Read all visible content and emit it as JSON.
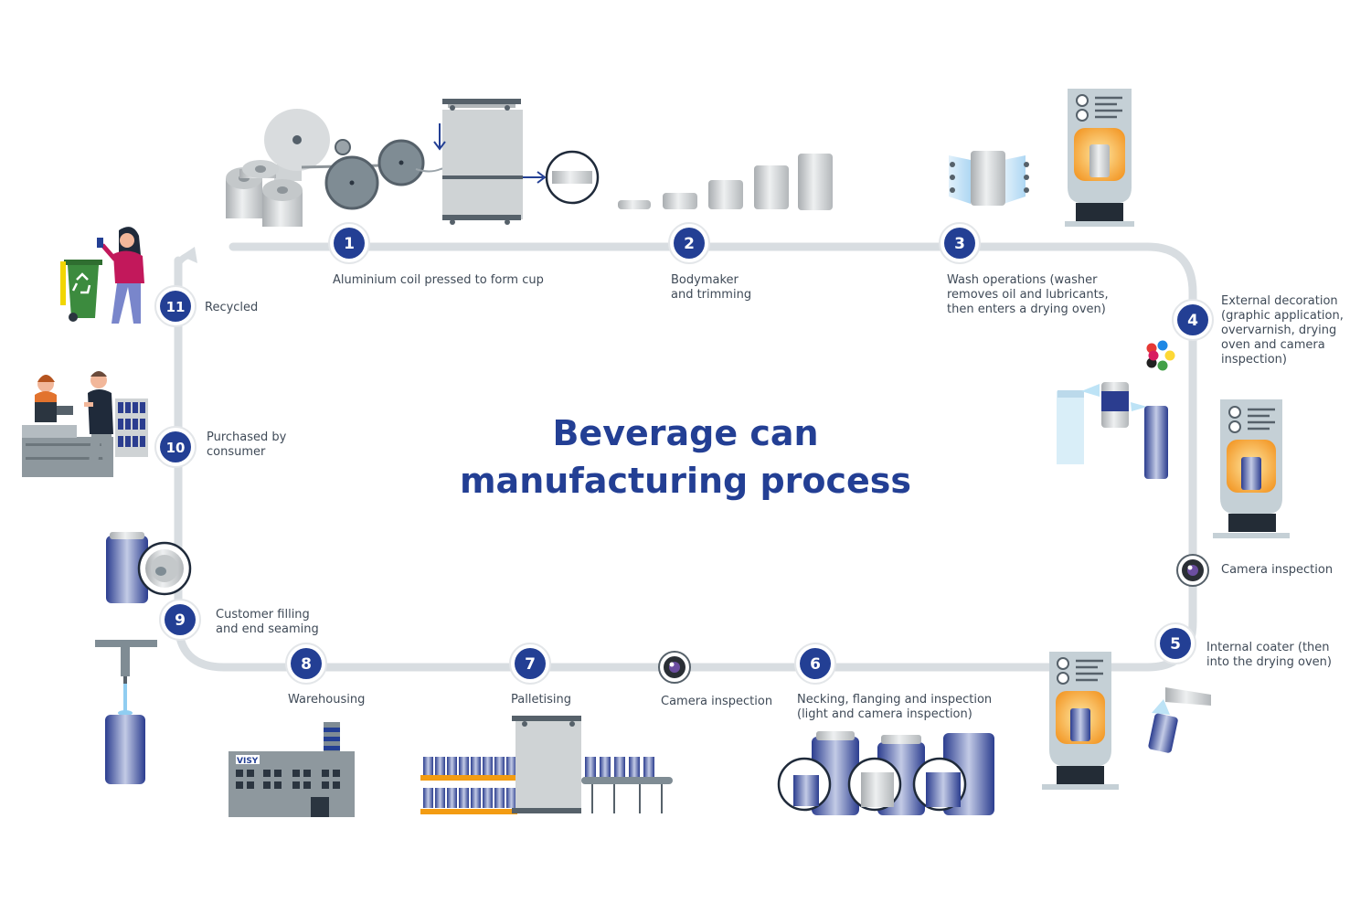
{
  "title": {
    "line1": "Beverage can",
    "line2": "manufacturing process"
  },
  "steps": [
    {
      "number": "1",
      "lines": [
        "Aluminium coil pressed to form cup"
      ]
    },
    {
      "number": "2",
      "lines": [
        "Bodymaker",
        "and trimming"
      ]
    },
    {
      "number": "3",
      "lines": [
        "Wash operations (washer",
        "removes oil and lubricants,",
        "then enters a drying oven)"
      ]
    },
    {
      "number": "4",
      "lines": [
        "External decoration",
        "(graphic application,",
        "overvarnish, drying",
        "oven and camera",
        "inspection)"
      ]
    },
    {
      "number": "5",
      "lines": [
        "Internal coater (then",
        "into the drying oven)"
      ]
    },
    {
      "number": "6",
      "lines": [
        "Necking, flanging and inspection",
        "(light and camera inspection)"
      ]
    },
    {
      "number": "7",
      "lines": [
        "Palletising"
      ]
    },
    {
      "number": "8",
      "lines": [
        "Warehousing"
      ]
    },
    {
      "number": "9",
      "lines": [
        "Customer filling",
        "and end seaming"
      ]
    },
    {
      "number": "10",
      "lines": [
        "Purchased by",
        "consumer"
      ]
    },
    {
      "number": "11",
      "lines": [
        "Recycled"
      ]
    }
  ],
  "camera_labels": [
    "Camera inspection",
    "Camera inspection"
  ],
  "factory_sign": "VISY",
  "colors": {
    "primary": "#233f94",
    "track": "#d8dde1",
    "text": "#3f4a57",
    "can_blue": "#2b3d8f",
    "metal": "#c9ccce",
    "oven_body": "#c5d0d6",
    "oven_glow": "#f6a531",
    "bin_green": "#3c8b3e"
  },
  "icons": [
    "coil-press-icon",
    "can-stages-icon",
    "washer-icon",
    "oven-icon",
    "color-dots-icon",
    "spray-decoration-icon",
    "camera-icon",
    "internal-coater-icon",
    "necked-cans-icon",
    "pallet-icon",
    "factory-icon",
    "filling-nozzle-icon",
    "can-end-icon",
    "checkout-icon",
    "recycling-bin-icon",
    "person-icon"
  ]
}
